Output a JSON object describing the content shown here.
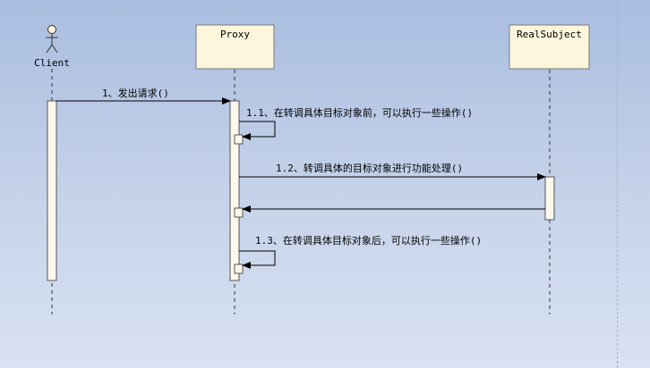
{
  "participants": [
    {
      "id": "client",
      "label": "Client",
      "kind": "actor"
    },
    {
      "id": "proxy",
      "label": "Proxy",
      "kind": "object"
    },
    {
      "id": "real",
      "label": "RealSubject",
      "kind": "object"
    }
  ],
  "messages": [
    {
      "id": "m1",
      "label": "1、发出请求()"
    },
    {
      "id": "m11",
      "label": "1.1、在转调具体目标对象前，可以执行一些操作()"
    },
    {
      "id": "m12",
      "label": "1.2、转调具体的目标对象进行功能处理()"
    },
    {
      "id": "m13",
      "label": "1.3、在转调具体目标对象后，可以执行一些操作()"
    }
  ],
  "colors": {
    "box_fill": "#fdf6dc",
    "box_stroke": "#7a7a7a",
    "activation_fill": "#fdf8ec",
    "line": "#000000",
    "lifeline": "#333333"
  }
}
